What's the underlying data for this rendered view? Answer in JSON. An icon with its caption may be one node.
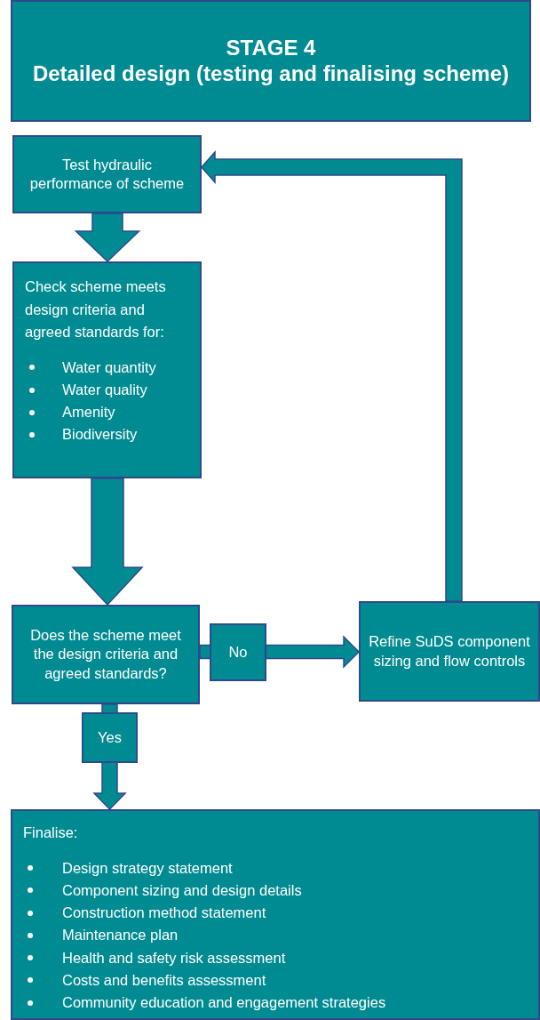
{
  "diagram": {
    "nodes": [
      {
        "text": [
          "STAGE 4",
          "Detailed design (testing and finalising scheme)"
        ]
      },
      {
        "text": [
          "Test hydraulic performance of scheme"
        ]
      },
      {
        "text": [
          "Check scheme meets design criteria and agreed standards for:",
          "Water quantity",
          "Water quality",
          "Amenity",
          "Biodiversity"
        ]
      },
      {
        "text": [
          "Does the scheme meet the design criteria and agreed standards?"
        ]
      },
      {
        "text": [
          "Refine SuDS component sizing and flow controls"
        ]
      },
      {
        "text": [
          "Finalise:",
          "Design strategy statement",
          "Component sizing and design details",
          "Construction method statement",
          "Maintenance plan",
          "Health and safety risk assessment",
          "Costs and benefits assessment",
          "Community education and engagement strategies"
        ]
      }
    ],
    "edges": [
      {
        "from": 1,
        "to": 2,
        "arrow": "to"
      },
      {
        "from": 2,
        "to": 3,
        "arrow": "to"
      },
      {
        "from": 3,
        "to": 4,
        "arrow": "to",
        "label": "No"
      },
      {
        "from": 4,
        "to": 1,
        "arrow": "to"
      },
      {
        "from": 3,
        "to": 5,
        "arrow": "to",
        "label": "Yes"
      }
    ]
  }
}
